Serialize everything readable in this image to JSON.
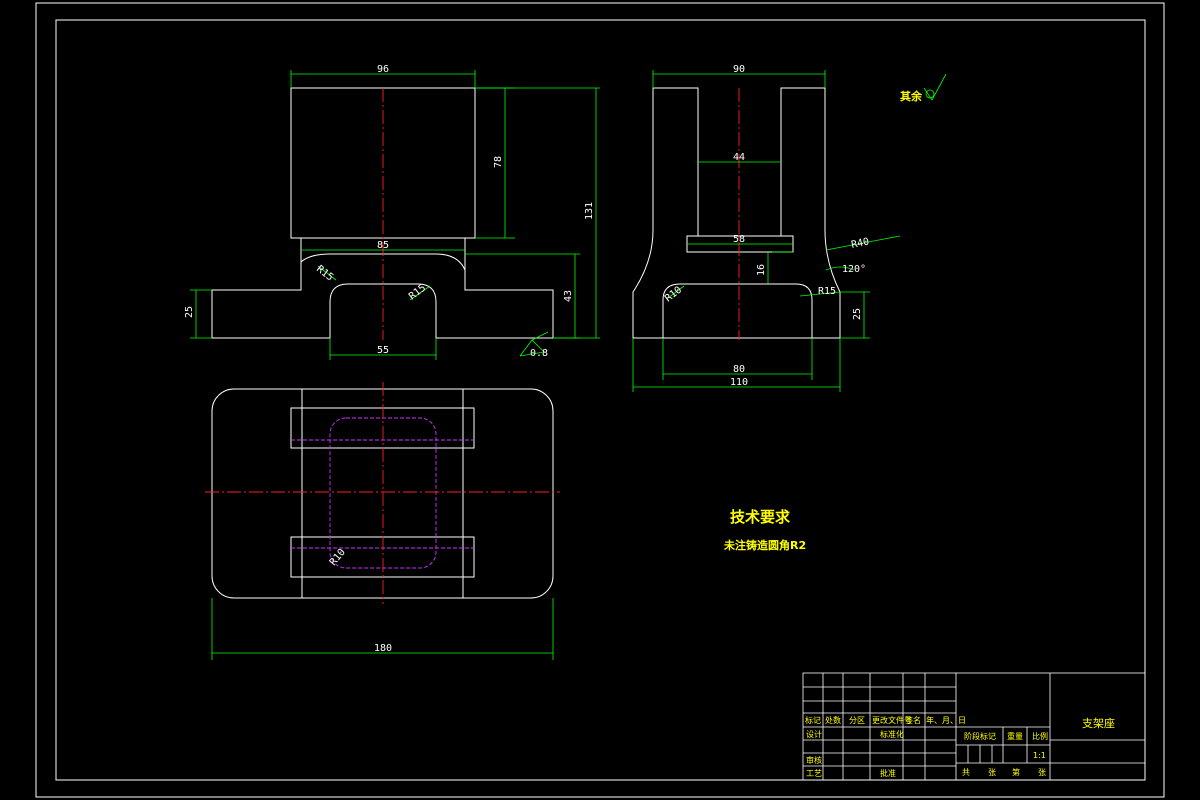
{
  "views": {
    "front": {
      "dims": {
        "width_top": "96",
        "height_upper": "78",
        "height_total": "131",
        "neck_width": "85",
        "fillet_r15": "R15",
        "fillet_r15b": "R15",
        "base_height": "25",
        "slot_height": "43",
        "slot_width": "55",
        "roughness": "0.8"
      }
    },
    "side": {
      "dims": {
        "width_top": "90",
        "inner_gap": "44",
        "slot_top": "58",
        "slot_depth": "16",
        "fillet_r40": "R40",
        "angle": "120°",
        "fillet_r15": "R15",
        "base_height": "25",
        "fillet_r10": "R10",
        "inner_bottom": "80",
        "overall": "110"
      }
    },
    "top": {
      "dims": {
        "overall": "180",
        "fillet_r10": "R10"
      }
    }
  },
  "surface_note": "其余",
  "tech": {
    "title": "技术要求",
    "note": "未注铸造圆角R2"
  },
  "title_block": {
    "part_name": "支架座",
    "headers": [
      "标记",
      "处数",
      "分区",
      "更改文件号",
      "签名",
      "年、月、日"
    ],
    "row_design": "设计",
    "row_std": "标准化",
    "row_check": "审核",
    "row_process": "工艺",
    "row_approve": "批准",
    "stage_mark": "阶段标记",
    "weight": "重量",
    "scale_label": "比例",
    "scale": "1:1",
    "sheets": [
      "共",
      "张",
      "第",
      "张"
    ]
  },
  "colors": {
    "outline": "#ffffff",
    "dimension": "#00ff00",
    "center": "#ff2020",
    "hidden": "#cc33ff",
    "text": "#ffff00"
  }
}
